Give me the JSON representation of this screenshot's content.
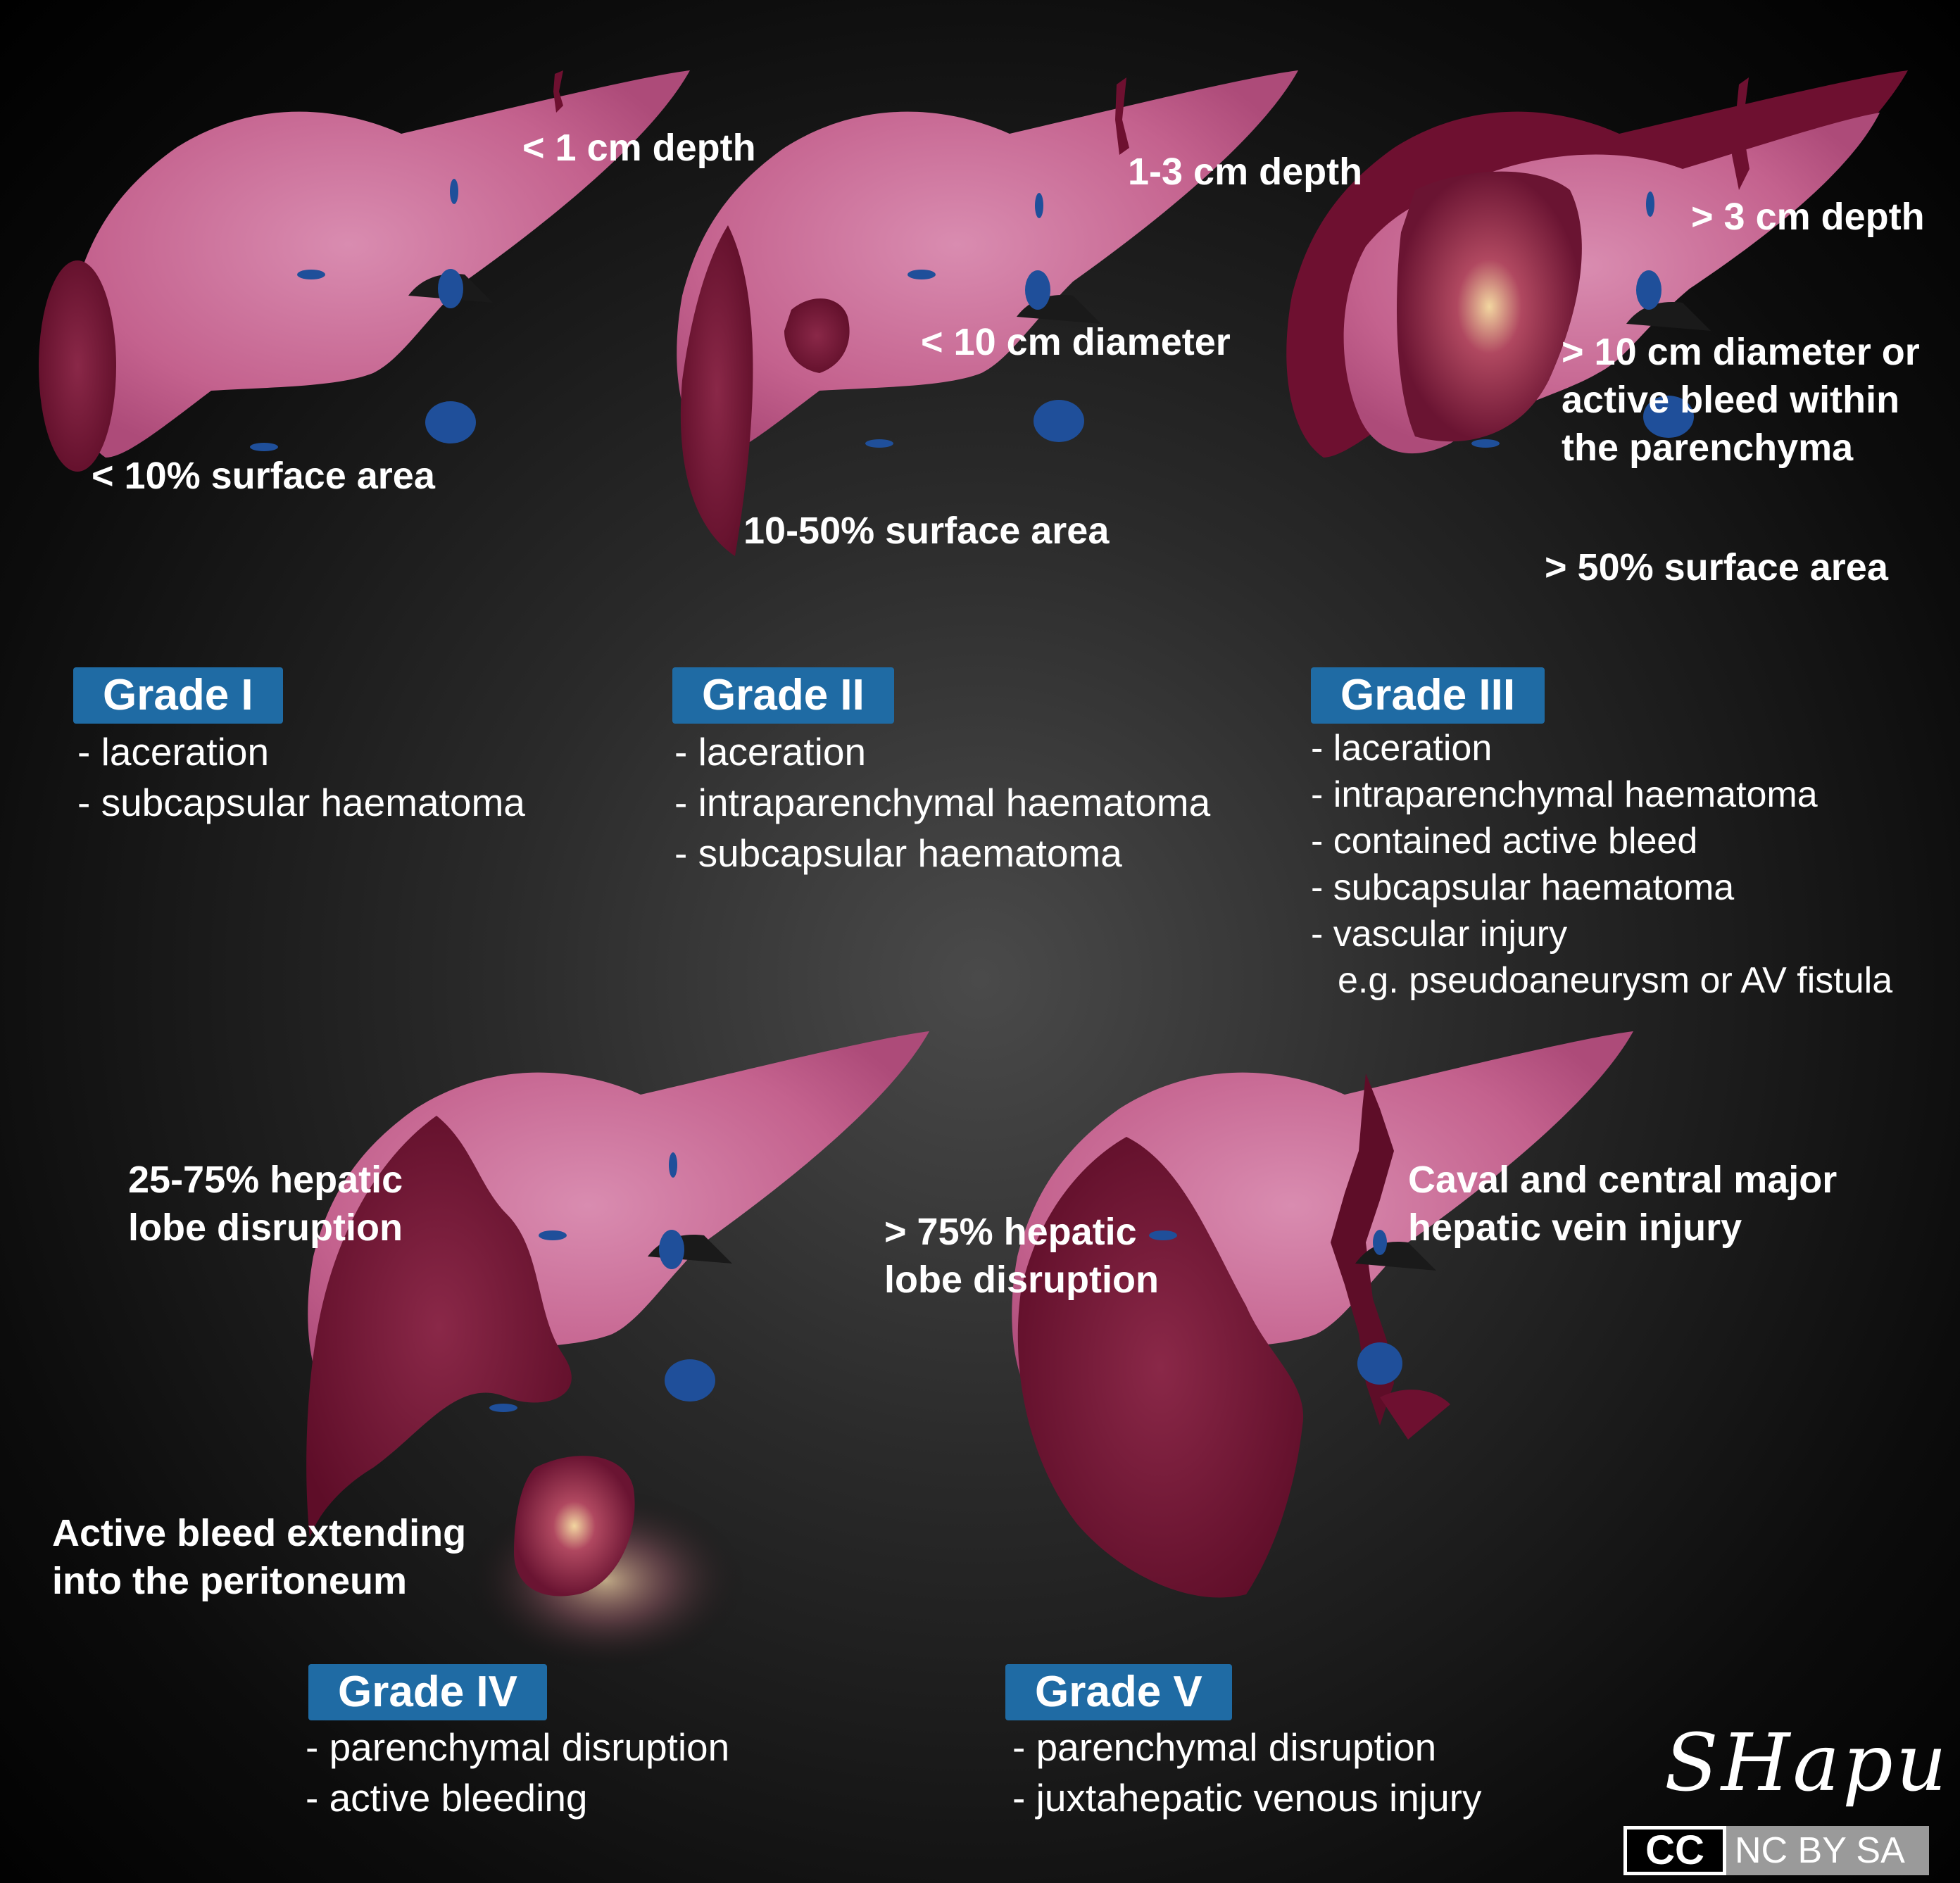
{
  "grades": [
    {
      "badge": "Grade I",
      "items": [
        "- laceration",
        "- subcapsular haematoma"
      ],
      "annotations": [
        "< 1 cm depth",
        "< 10% surface area"
      ]
    },
    {
      "badge": "Grade II",
      "items": [
        "- laceration",
        "- intraparenchymal haematoma",
        "- subcapsular haematoma"
      ],
      "annotations": [
        "1-3 cm depth",
        "< 10 cm diameter",
        "10-50% surface area"
      ]
    },
    {
      "badge": "Grade III",
      "items": [
        "- laceration",
        "- intraparenchymal haematoma",
        "- contained active bleed",
        "- subcapsular haematoma",
        "- vascular injury",
        "e.g. pseudoaneurysm or AV fistula"
      ],
      "annotations": [
        "> 3 cm depth",
        "> 10 cm diameter or",
        "active bleed within",
        "the parenchyma",
        "> 50% surface area"
      ]
    },
    {
      "badge": "Grade IV",
      "items": [
        "- parenchymal disruption",
        "- active bleeding"
      ],
      "annotations": [
        "25-75% hepatic",
        "lobe disruption",
        "Active bleed extending",
        "into the peritoneum"
      ]
    },
    {
      "badge": "Grade V",
      "items": [
        "- parenchymal disruption",
        "- juxtahepatic venous injury"
      ],
      "annotations": [
        "> 75% hepatic",
        "lobe disruption",
        "Caval and central major",
        "hepatic vein injury"
      ]
    }
  ],
  "signature": "SHapu",
  "license": {
    "cc": "CC",
    "text": "NC BY SA"
  },
  "colors": {
    "liver": "#c4628e",
    "liver_light": "#d98cb0",
    "haematoma": "#6e1030",
    "vessel": "#1f4f9a",
    "badge": "#1f6ba4",
    "text": "#ffffff"
  }
}
